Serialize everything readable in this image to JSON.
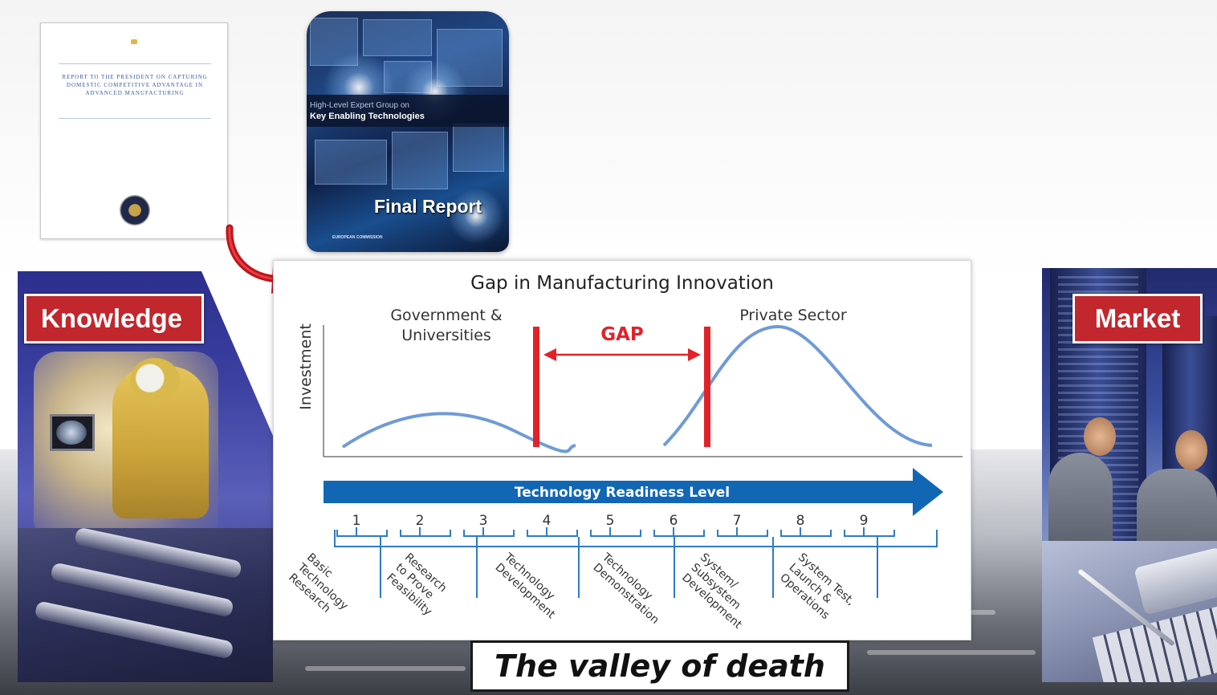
{
  "report_cover": {
    "title": "Report to the President on Capturing Domestic Competitive Advantage in Advanced Manufacturing",
    "subtitle": ""
  },
  "final_report_cover": {
    "kicker": "High-Level Expert Group on",
    "subject": "Key Enabling Technologies",
    "title": "Final Report",
    "publisher": "EUROPEAN COMMISSION"
  },
  "labels": {
    "knowledge": "Knowledge",
    "market": "Market"
  },
  "diagram": {
    "title": "Gap in Manufacturing Innovation",
    "y_axis_label": "Investment",
    "left_sector": [
      "Government &",
      "Universities"
    ],
    "right_sector": "Private Sector",
    "gap_label": "GAP",
    "trl_label": "Technology Readiness Level",
    "trl_levels": [
      "1",
      "2",
      "3",
      "4",
      "5",
      "6",
      "7",
      "8",
      "9"
    ],
    "stages": [
      [
        "Basic",
        "Technology",
        "Research"
      ],
      [
        "Research",
        "to Prove",
        "Feasibility"
      ],
      [
        "Technology",
        "Development"
      ],
      [
        "Technology",
        "Demonstration"
      ],
      [
        "System/",
        "Subsystem",
        "Development"
      ],
      [
        "System Test,",
        "Launch &",
        "Operations"
      ]
    ],
    "colors": {
      "curve": "#6f9bd6",
      "gap_line": "#e2222a",
      "gap_text": "#e2222a",
      "trl_bar": "#1267b4",
      "bracket": "#2e7cc4",
      "text": "#333333"
    }
  },
  "caption": "The valley of death"
}
